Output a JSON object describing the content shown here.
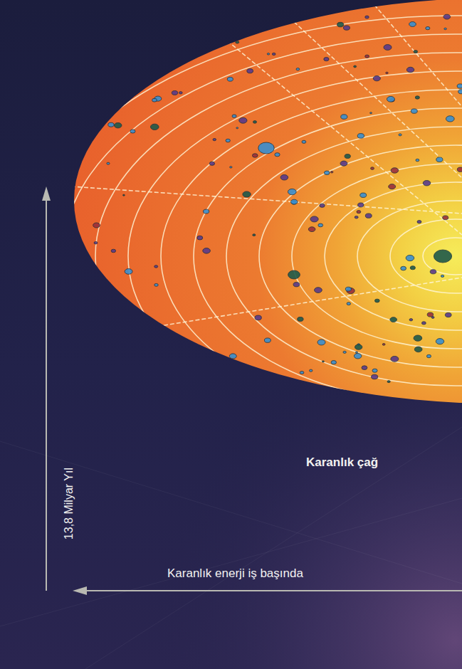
{
  "diagram": {
    "labels": [
      "13,8 Milyar Yıl",
      "Karanlık çağ",
      "Karanlık enerji iş başında"
    ]
  }
}
